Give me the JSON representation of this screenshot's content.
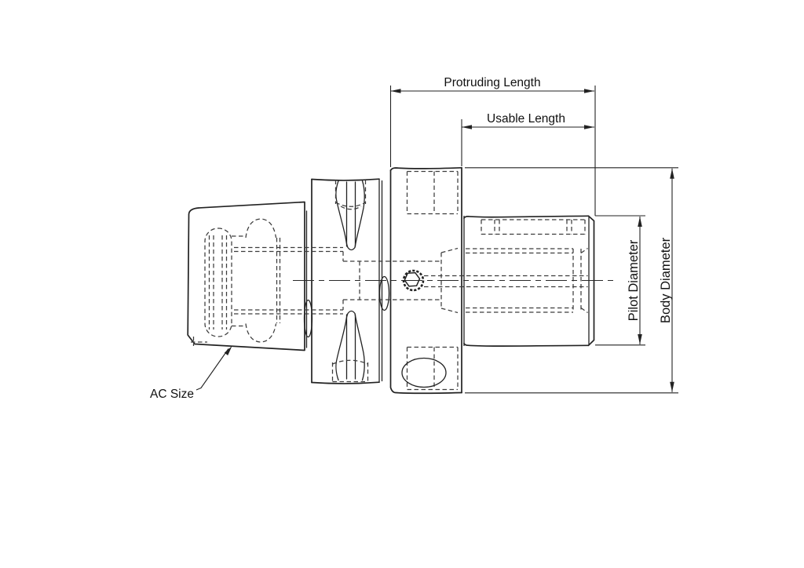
{
  "page": {
    "background_color": "#ffffff"
  },
  "drawing": {
    "kind": "engineering-line-drawing",
    "subject": "tool-holder-side-view",
    "stroke_color": "#222222",
    "hidden_line_color": "#3c3c3c",
    "labels": {
      "protruding_length": "Protruding Length",
      "usable_length": "Usable Length",
      "pilot_diameter": "Pilot Diameter",
      "body_diameter": "Body Diameter",
      "ac_size": "AC Size"
    }
  }
}
